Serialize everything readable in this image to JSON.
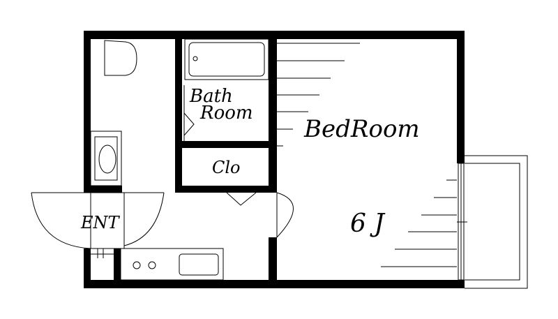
{
  "rooms": {
    "bath_line1": "Bath",
    "bath_line2": "Room",
    "bedroom": "BedRoom",
    "closet": "Clo",
    "entrance": "ENT",
    "bedroom_size": "6 J"
  },
  "colors": {
    "wall": "#000000",
    "background": "#ffffff"
  }
}
